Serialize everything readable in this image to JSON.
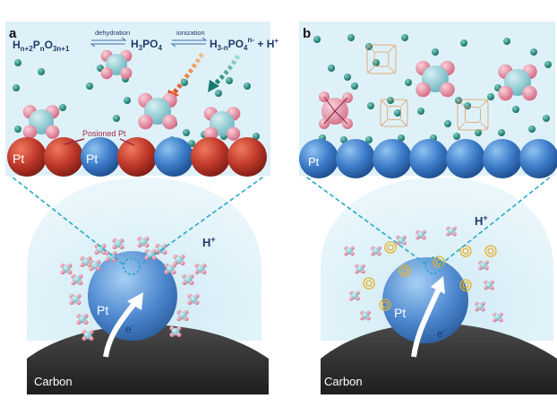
{
  "panels": [
    {
      "letter": "a",
      "reaction": {
        "left_parts": [
          "H",
          "n+2",
          "P",
          "n",
          "O",
          "3n+1"
        ],
        "arrow1_label": "dehydration",
        "middle_parts": [
          "H",
          "3",
          "PO",
          "4"
        ],
        "arrow2_label": "ionization",
        "right_parts": [
          "H",
          "3-n",
          "PO",
          "4",
          "n-",
          " + H",
          "+"
        ]
      },
      "poisoned_label": "Posioned Pt",
      "surface_labels": [
        "Pt",
        "Pt"
      ],
      "proton_label": [
        "H",
        "+"
      ],
      "particle_label": "Pt",
      "electron_label": [
        "e",
        "-"
      ],
      "support_label": "Carbon"
    },
    {
      "letter": "b",
      "surface_labels": [
        "Pt"
      ],
      "proton_label": [
        "H",
        "+"
      ],
      "particle_label": "Pt",
      "electron_label": [
        "e",
        "-"
      ],
      "support_label": "Carbon"
    }
  ],
  "colors": {
    "pt_poisoned": "#c0392b",
    "pt_clean": "#3d7cc9",
    "electrolyte_bg": "#dff1f8",
    "water_dot": "#1f8c82",
    "phosphate_core": "#8fcad4",
    "phosphate_oxygen": "#e2899c",
    "cage_line": "#e09a5e",
    "guide_line": "#29a9c9",
    "carbon": "#2e2e2e",
    "label_dark": "#1f3a6b"
  }
}
